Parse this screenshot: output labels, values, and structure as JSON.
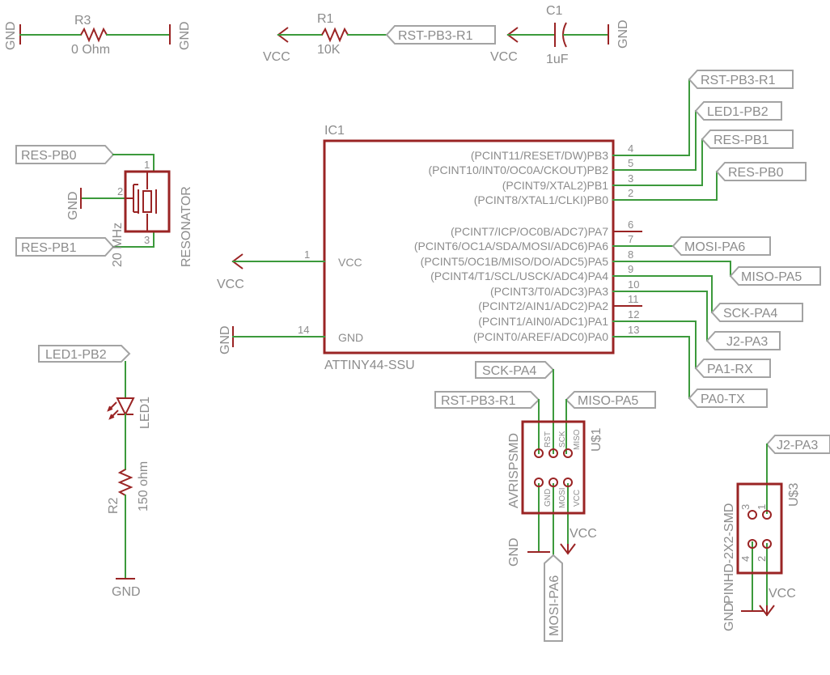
{
  "supply": {
    "gnd": "GND",
    "vcc": "VCC"
  },
  "r3": {
    "ref": "R3",
    "value": "0 Ohm"
  },
  "r1": {
    "ref": "R1",
    "value": "10K"
  },
  "c1": {
    "ref": "C1",
    "value": "1uF"
  },
  "r2": {
    "ref": "R2",
    "value": "150 ohm"
  },
  "led1": {
    "ref": "LED1"
  },
  "resonator": {
    "name": "RESONATOR",
    "value": "20 MHz",
    "pins": [
      "1",
      "2",
      "3"
    ]
  },
  "ic1": {
    "ref": "IC1",
    "part": "ATTINY44-SSU",
    "left_pins": [
      {
        "num": "1",
        "name": "VCC"
      },
      {
        "num": "14",
        "name": "GND"
      }
    ],
    "right_pins": [
      {
        "num": "4",
        "name": "(PCINT11/RESET/DW)PB3"
      },
      {
        "num": "5",
        "name": "(PCINT10/INT0/OC0A/CKOUT)PB2"
      },
      {
        "num": "3",
        "name": "(PCINT9/XTAL2)PB1"
      },
      {
        "num": "2",
        "name": "(PCINT8/XTAL1/CLKI)PB0"
      },
      {
        "num": "6",
        "name": "(PCINT7/ICP/OC0B/ADC7)PA7"
      },
      {
        "num": "7",
        "name": "(PCINT6/OC1A/SDA/MOSI/ADC6)PA6"
      },
      {
        "num": "8",
        "name": "(PCINT5/OC1B/MISO/DO/ADC5)PA5"
      },
      {
        "num": "9",
        "name": "(PCINT4/T1/SCL/USCK/ADC4)PA4"
      },
      {
        "num": "10",
        "name": "(PCINT3/T0/ADC3)PA3"
      },
      {
        "num": "11",
        "name": "(PCINT2/AIN1/ADC2)PA2"
      },
      {
        "num": "12",
        "name": "(PCINT1/AIN0/ADC1)PA1"
      },
      {
        "num": "13",
        "name": "(PCINT0/AREF/ADC0)PA0"
      }
    ]
  },
  "us1": {
    "ref": "U$1",
    "name": "AVRISPSMD",
    "pins": [
      "RST",
      "SCK",
      "MISO",
      "GND",
      "MOSI",
      "VCC"
    ]
  },
  "us3": {
    "ref": "U$3",
    "name": "PINHD-2X2-SMD",
    "pins": [
      "1",
      "2",
      "3",
      "4"
    ]
  },
  "nets": {
    "rst_pb3_r1": "RST-PB3-R1",
    "led1_pb2": "LED1-PB2",
    "res_pb1": "RES-PB1",
    "res_pb0": "RES-PB0",
    "mosi_pa6": "MOSI-PA6",
    "miso_pa5": "MISO-PA5",
    "sck_pa4": "SCK-PA4",
    "j2_pa3": "J2-PA3",
    "pa1_rx": "PA1-RX",
    "pa0_tx": "PA0-TX"
  }
}
